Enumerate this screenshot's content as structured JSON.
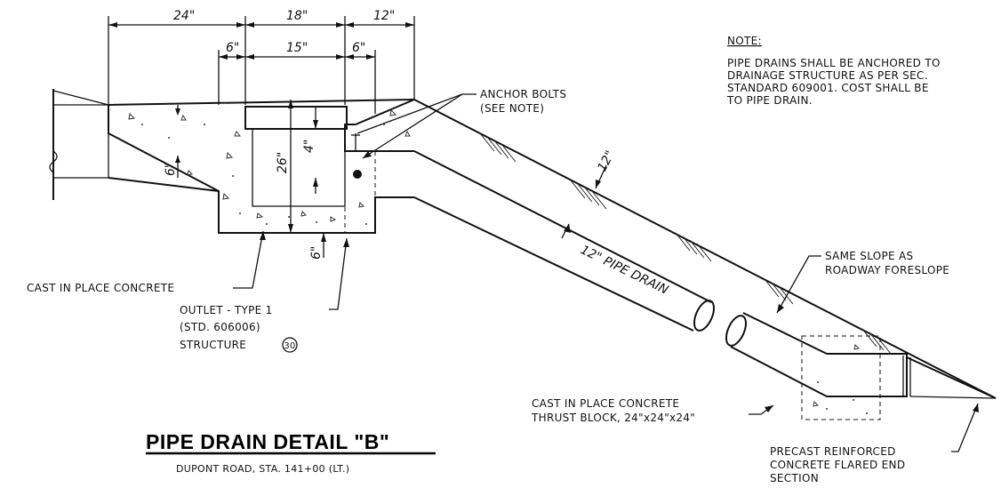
{
  "dimensions": {
    "top_24": "24\"",
    "top_18": "18\"",
    "top_12": "12\"",
    "d6_left": "6\"",
    "d15": "15\"",
    "d6_right": "6\"",
    "d26": "26\"",
    "d4": "4\"",
    "d6_slab": "6\"",
    "d6_bottom": "6\"",
    "d12_slope": "12\""
  },
  "labels": {
    "anchor_bolts_1": "ANCHOR BOLTS",
    "anchor_bolts_2": "(SEE NOTE)",
    "pipe_drain": "12\" PIPE DRAIN",
    "cast_in_place": "CAST IN PLACE CONCRETE",
    "outlet_1": "OUTLET - TYPE 1",
    "outlet_2": "(STD. 606006)",
    "outlet_3": "STRUCTURE",
    "structure_no": "30",
    "same_slope_1": "SAME SLOPE AS",
    "same_slope_2": "ROADWAY FORESLOPE",
    "thrust_1": "CAST IN PLACE CONCRETE",
    "thrust_2": "THRUST BLOCK, 24\"x24\"x24\"",
    "precast_1": "PRECAST REINFORCED",
    "precast_2": "CONCRETE FLARED END",
    "precast_3": "SECTION"
  },
  "note": {
    "heading": "NOTE:",
    "line1": "PIPE DRAINS SHALL BE ANCHORED TO",
    "line2": "DRAINAGE STRUCTURE AS PER SEC.",
    "line3": "STANDARD 609001. COST SHALL BE",
    "line4": "TO PIPE DRAIN."
  },
  "title": {
    "main": "PIPE DRAIN DETAIL \"B\"",
    "sub": "DUPONT ROAD, STA. 141+00 (LT.)"
  }
}
